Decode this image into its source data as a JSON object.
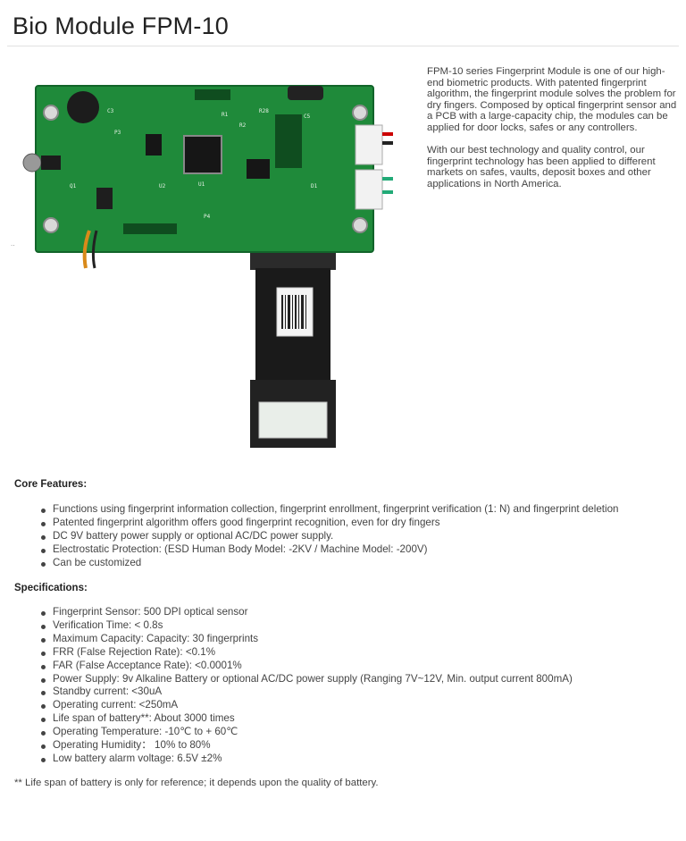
{
  "title": "Bio Module FPM-10",
  "intro": {
    "p1": "FPM-10 series Fingerprint Module is one of our high-end biometric products. With patented fingerprint algorithm, the fingerprint module solves the problem for dry fingers. Composed by optical fingerprint sensor and a PCB with a large-capacity chip, the modules can be applied for door locks, safes or any controllers.",
    "p2": "With our best technology and quality control, our fingerprint technology has been applied to different markets on safes, vaults, deposit boxes and other applications in North America."
  },
  "core_features": {
    "heading": "Core Features:",
    "items": [
      "Functions using fingerprint information collection, fingerprint enrollment, fingerprint verification (1: N) and fingerprint deletion",
      "Patented fingerprint algorithm offers good fingerprint recognition, even for dry fingers",
      "DC 9V battery power supply or optional AC/DC power supply.",
      "Electrostatic Protection: (ESD Human Body Model: -2KV / Machine Model: -200V)",
      "Can be customized"
    ]
  },
  "specifications": {
    "heading": "Specifications:",
    "items": [
      "Fingerprint Sensor:  500 DPI optical sensor",
      "Verification Time: < 0.8s",
      "Maximum Capacity: Capacity: 30 fingerprints",
      "FRR (False Rejection Rate):  <0.1%",
      "FAR (False Acceptance Rate):  <0.0001%",
      "Power Supply:    9v Alkaline Battery or optional AC/DC power supply (Ranging 7V~12V, Min. output current 800mA)",
      "Standby current:  <30uA",
      "Operating current:  <250mA",
      "Life span of battery**:  About 3000 times",
      "Operating Temperature:     -10℃ to + 60℃",
      "Operating Humidity： 10% to 80%",
      "Low battery alarm voltage: 6.5V ±2%"
    ]
  },
  "footnote": "** Life span of battery is only for reference; it depends upon the quality of battery.",
  "image": {
    "pcb_labels": [
      "C3",
      "R1",
      "R2",
      "U1",
      "U2",
      "Q1",
      "C5",
      "R28",
      "P3",
      "P4",
      "D1"
    ],
    "colors": {
      "pcb": "#1f8a3a",
      "pcb_dark": "#12642a",
      "sensor": "#1a1a1a"
    }
  }
}
